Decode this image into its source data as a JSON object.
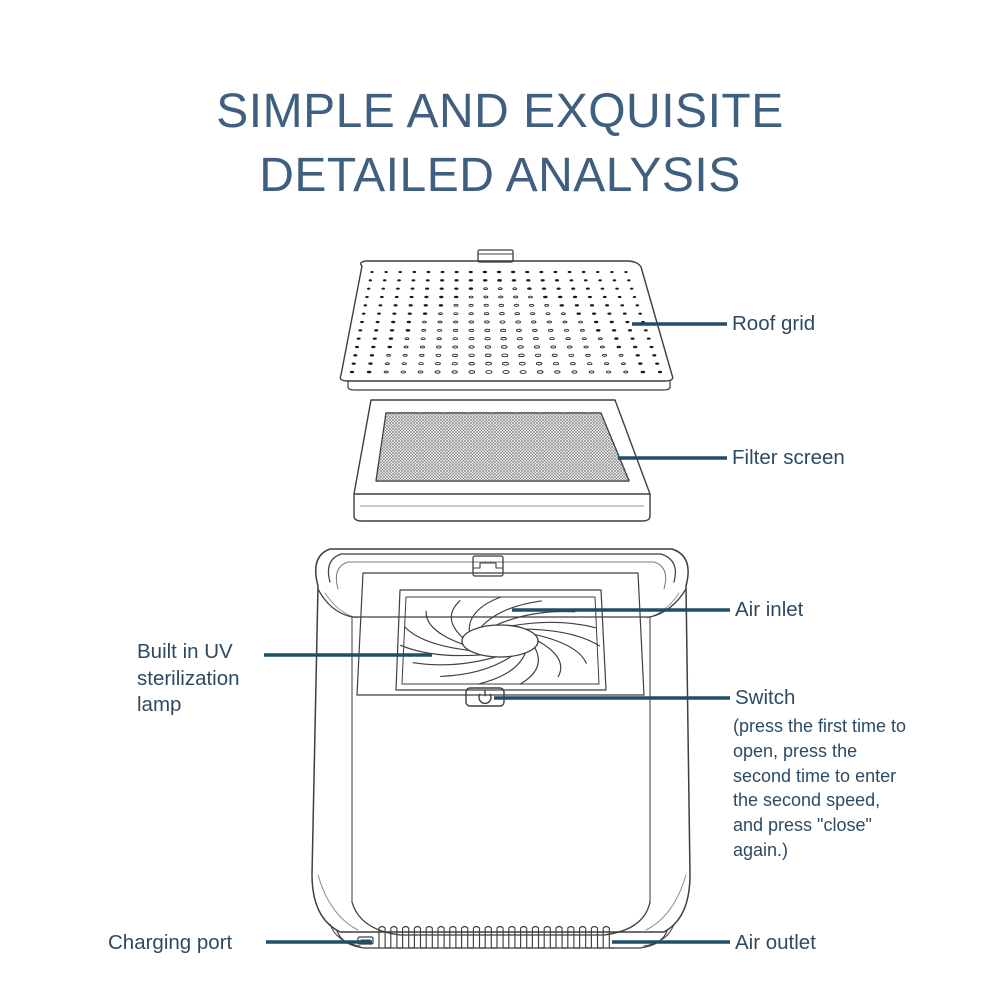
{
  "page": {
    "background": "#ffffff",
    "accent_line_color": "#1f4e68",
    "title_color": "#3f5f80",
    "label_color": "#2d4a63",
    "drawing_line_color": "#3f3f3f"
  },
  "title": {
    "line1": "SIMPLE AND EXQUISITE",
    "line2": "DETAILED ANALYSIS"
  },
  "callouts": {
    "roof_grid": {
      "label": "Roof grid",
      "side": "right"
    },
    "filter_screen": {
      "label": "Filter screen",
      "side": "right"
    },
    "air_inlet": {
      "label": "Air inlet",
      "side": "right"
    },
    "switch": {
      "label": "Switch",
      "description": "(press the first time to open, press the second time to enter the second speed, and press \"close\" again.)",
      "side": "right"
    },
    "uv_lamp": {
      "label": "Built in UV sterilization lamp",
      "side": "left"
    },
    "charging_port": {
      "label": "Charging port",
      "side": "left"
    },
    "air_outlet": {
      "label": "Air outlet",
      "side": "right"
    }
  },
  "diagram": {
    "subject": "air purifier exploded view",
    "parts": [
      {
        "name": "roof-grid-panel",
        "description": "perforated top cover plate with small round holes"
      },
      {
        "name": "filter-screen-cartridge",
        "description": "rectangular framed fine-mesh filter block"
      },
      {
        "name": "main-body",
        "description": "tapered housing with fan, power switch and bottom vents"
      },
      {
        "name": "fan-impeller",
        "description": "curved-blade centrifugal fan with elliptical hub"
      },
      {
        "name": "power-switch",
        "description": "rounded rectangular button with power symbol"
      },
      {
        "name": "bottom-vent-slots",
        "description": "row of vertical louver slots at base"
      },
      {
        "name": "charging-port",
        "description": "small usb charging socket at base left"
      }
    ],
    "fan_blade_count": 15,
    "vent_slot_count": 20
  }
}
